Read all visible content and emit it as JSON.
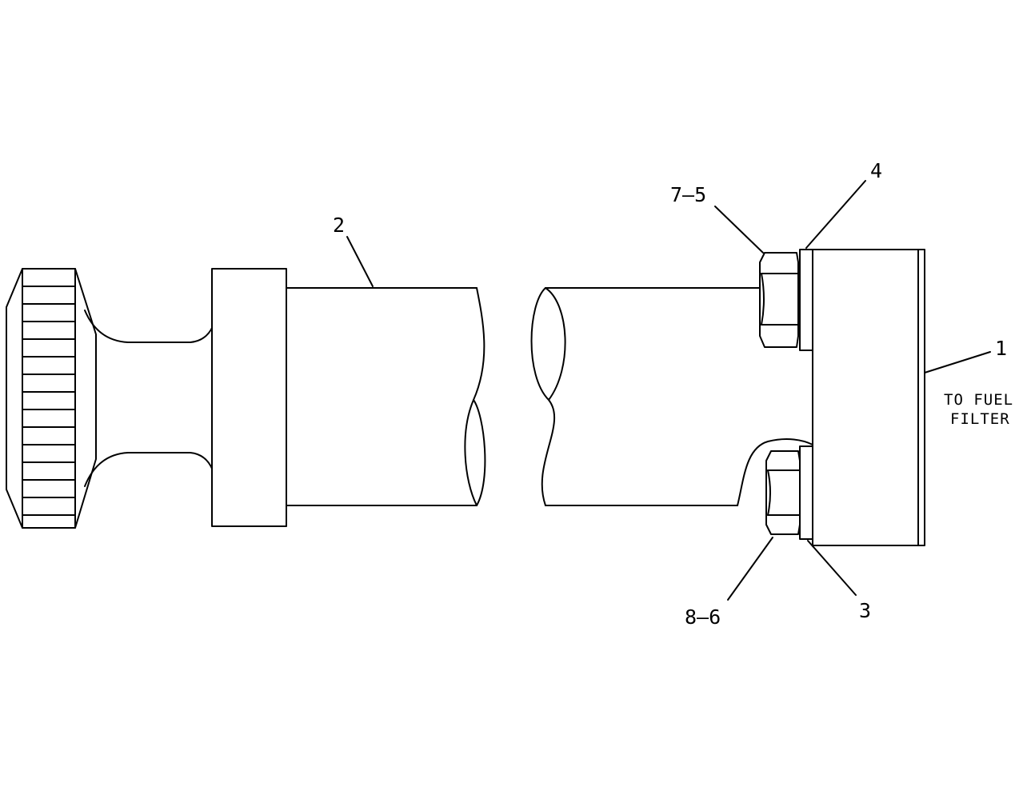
{
  "callouts": {
    "part_1": "1",
    "part_2": "2",
    "part_3": "3",
    "part_4": "4",
    "part_7_5": "7–5",
    "part_8_6": "8–6"
  },
  "note": {
    "line1": "TO FUEL",
    "line2": "FILTER"
  }
}
